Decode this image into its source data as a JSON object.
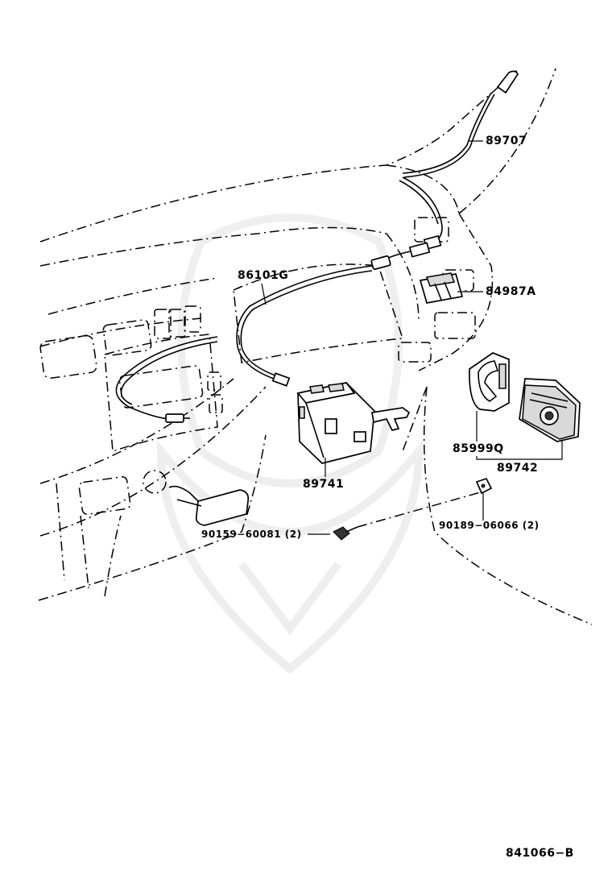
{
  "labels": {
    "p89707": "89707",
    "p84987a": "84987A",
    "p86101g": "86101G",
    "p85999q": "85999Q",
    "p89742": "89742",
    "p89741": "89741",
    "p90159": "90159−60081 (2)",
    "p90189": "90189−06066 (2)",
    "diagram_code": "841066−B"
  }
}
